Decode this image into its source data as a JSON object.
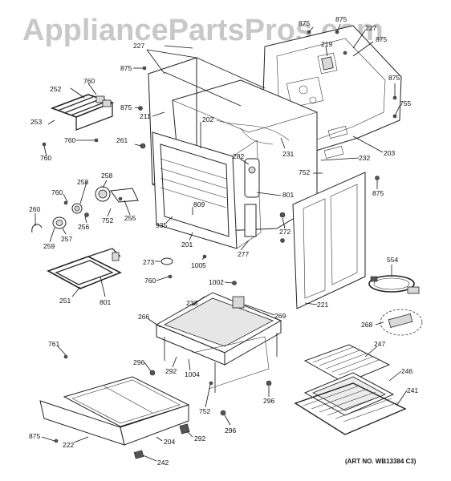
{
  "watermark": "AppliancePartsPros.com",
  "art_number": "(ART NO. WB13384 C3)",
  "callouts": {
    "c875_a": "875",
    "c875_b": "875",
    "c875_c": "875",
    "c875_d": "875",
    "c875_e": "875",
    "c875_f": "875",
    "c875_g": "875",
    "c219": "219",
    "c227_a": "227",
    "c227_b": "227",
    "c252": "252",
    "c760_a": "760",
    "c760_b": "760",
    "c760_c": "760",
    "c760_d": "760",
    "c760_e": "760",
    "c253": "253",
    "c211": "211",
    "c202": "202",
    "c261": "261",
    "c231": "231",
    "c203": "203",
    "c755": "755",
    "c232": "232",
    "c752_a": "752",
    "c752_b": "752",
    "c752_c": "752",
    "c282": "282",
    "c801_a": "801",
    "c801_b": "801",
    "c258_a": "258",
    "c258_b": "258",
    "c255": "255",
    "c809": "809",
    "c260": "260",
    "c256": "256",
    "c257": "257",
    "c259": "259",
    "c935": "935",
    "c201": "201",
    "c277": "277",
    "c272": "272",
    "c1005": "1005",
    "c273": "273",
    "c251": "251",
    "c1002": "1002",
    "c554": "554",
    "c233": "233",
    "c269": "269",
    "c221": "221",
    "c266": "266",
    "c268": "268",
    "c761": "761",
    "c296_a": "296",
    "c296_b": "296",
    "c296_c": "296",
    "c292_a": "292",
    "c292_b": "292",
    "c1004": "1004",
    "c247": "247",
    "c246": "246",
    "c241": "241",
    "c222": "222",
    "c204": "204",
    "c242": "242"
  }
}
